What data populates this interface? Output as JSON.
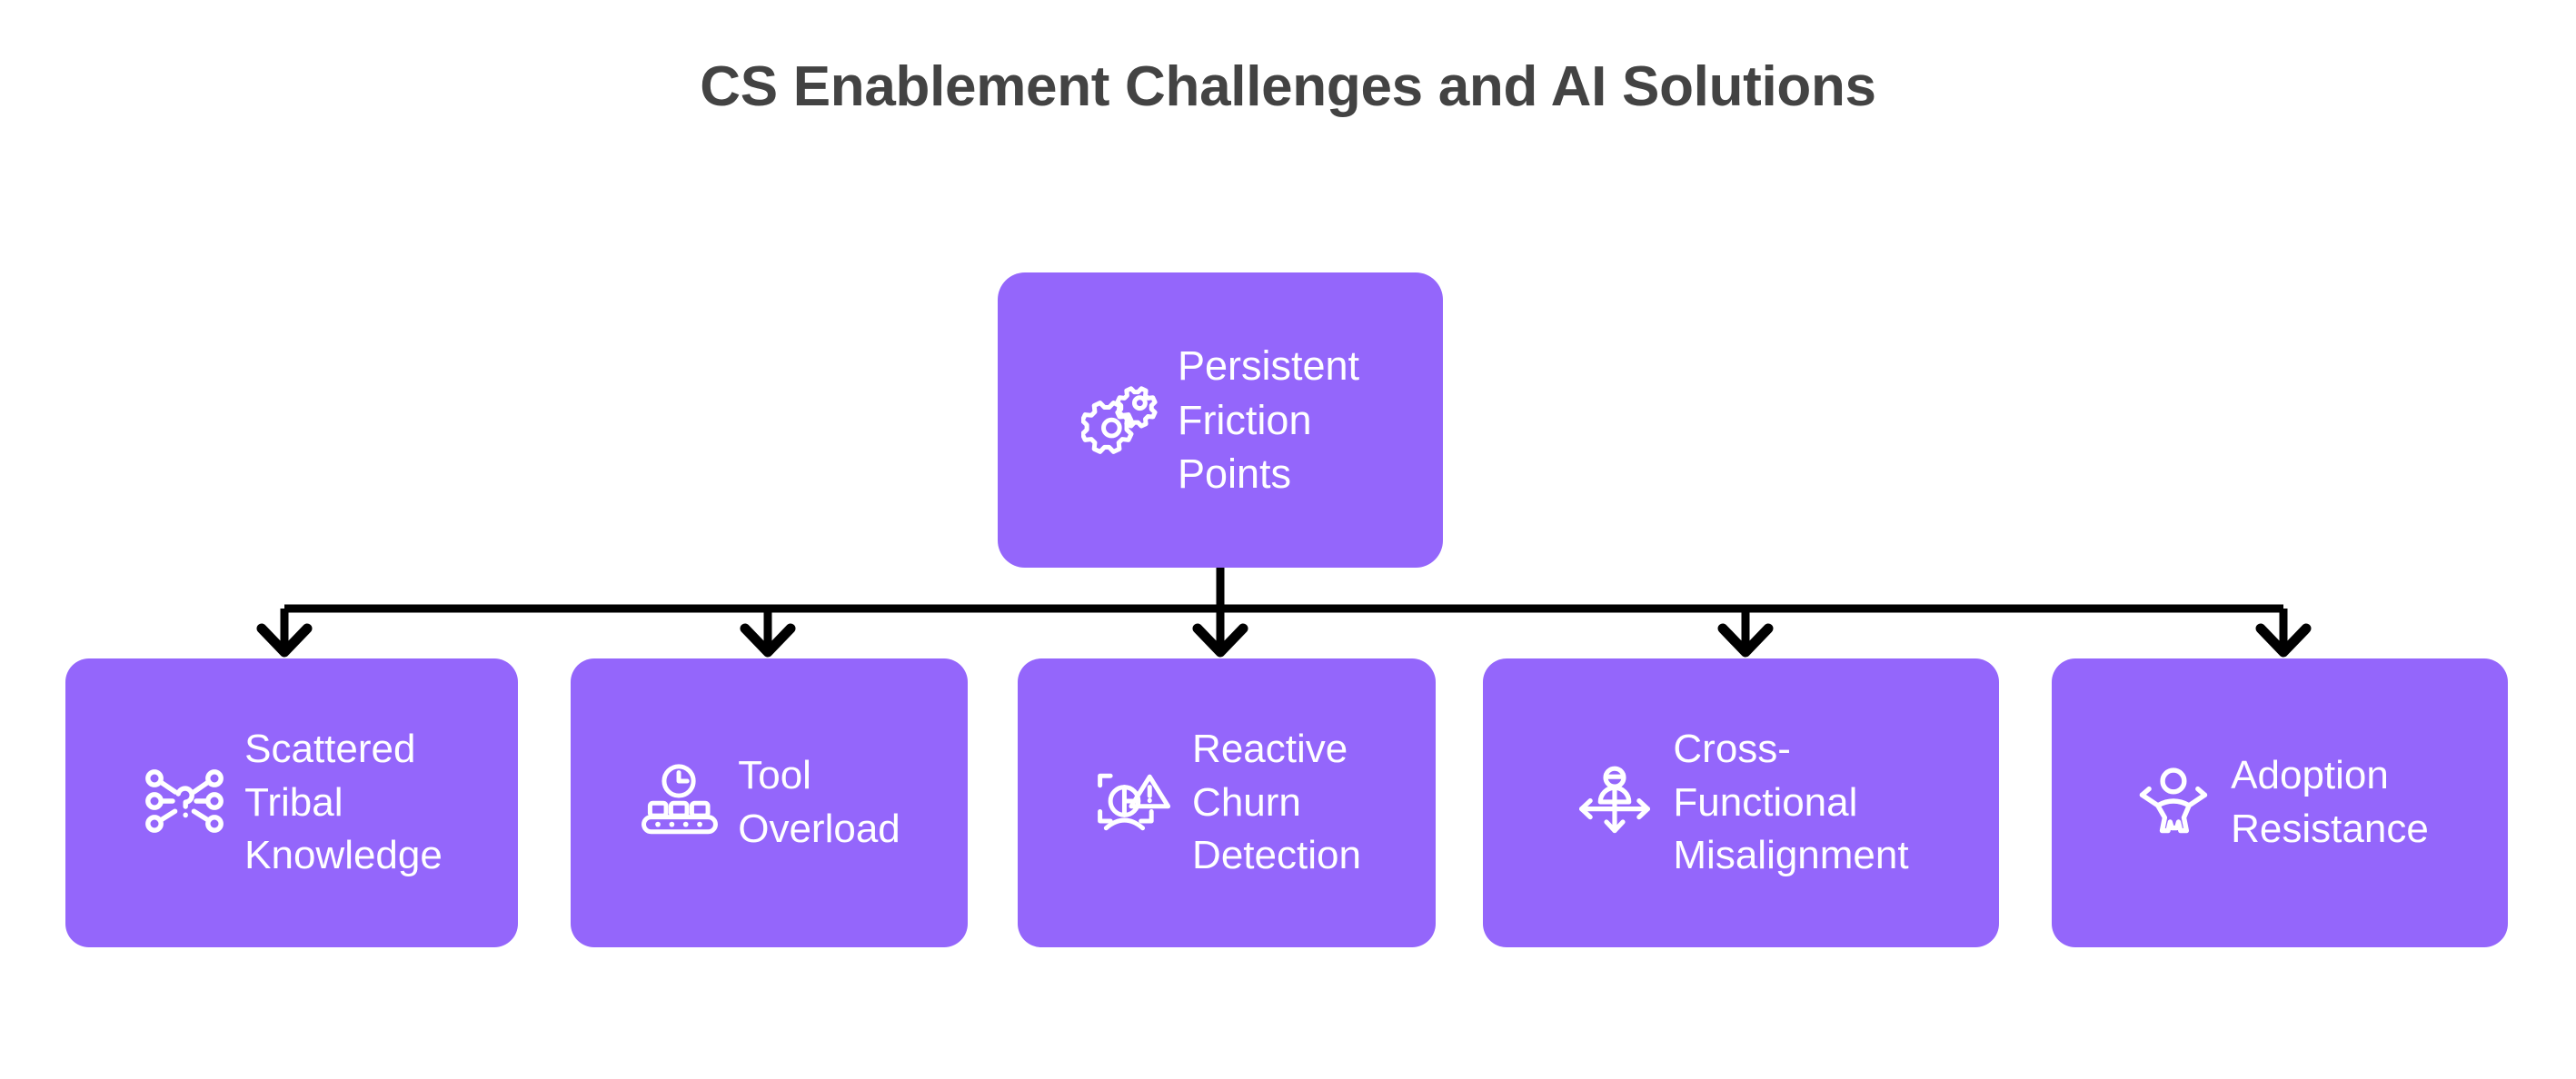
{
  "title": "CS Enablement Challenges and AI Solutions",
  "colors": {
    "node_fill": "#9466FB",
    "node_text": "#FFFFFF",
    "title_text": "#434343",
    "connector": "#000000",
    "background": "#FFFFFF"
  },
  "diagram": {
    "type": "tree",
    "orientation": "top-down",
    "root": {
      "label": "Persistent\nFriction\nPoints",
      "icon": "gears-icon"
    },
    "children": [
      {
        "label": "Scattered\nTribal\nKnowledge",
        "icon": "network-question-icon"
      },
      {
        "label": "Tool\nOverload",
        "icon": "conveyor-clock-icon"
      },
      {
        "label": "Reactive\nChurn\nDetection",
        "icon": "churn-warning-icon"
      },
      {
        "label": "Cross-\nFunctional\nMisalignment",
        "icon": "person-arrows-icon"
      },
      {
        "label": "Adoption\nResistance",
        "icon": "person-resist-icon"
      }
    ]
  }
}
